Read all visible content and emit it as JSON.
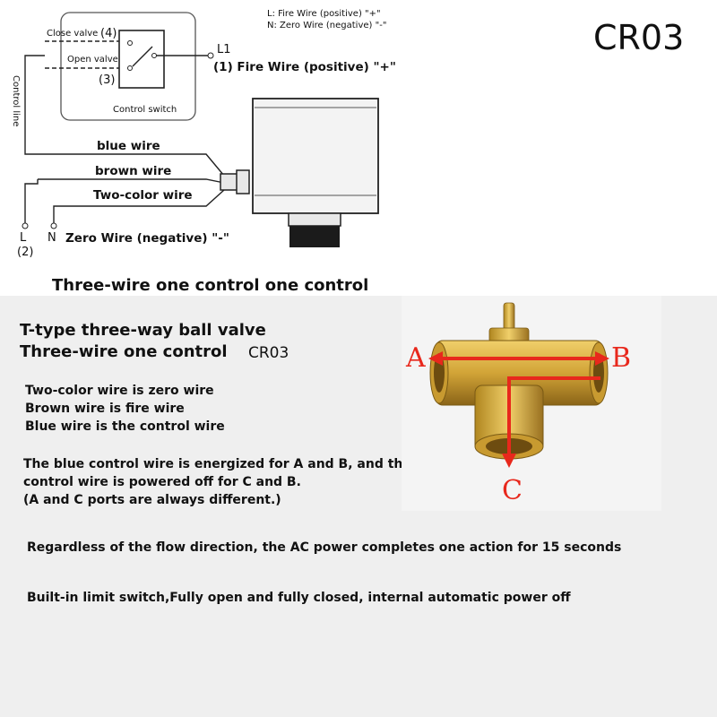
{
  "model_code": "CR03",
  "wiring": {
    "legend_l": "L:   Fire Wire (positive) \"+\"",
    "legend_n": "N:  Zero Wire (negative) \"-\"",
    "close_valve": "Close valve",
    "open_valve": "Open valve",
    "terminal_4": "(4)",
    "terminal_3": "(3)",
    "control_switch": "Control switch",
    "l1": "L1",
    "fire_wire": "(1)  Fire Wire (positive) \"+\"",
    "control_line": "Control line",
    "blue_wire": "blue wire",
    "brown_wire": "brown wire",
    "two_color_wire": "Two-color wire",
    "terminal_l": "L",
    "terminal_2": "(2)",
    "terminal_n": "N",
    "zero_wire": "Zero Wire (negative) \"-\"",
    "caption": "Three-wire one control one control"
  },
  "valve": {
    "title": "T-type three-way ball valve",
    "subtitle": "Three-wire one control",
    "model": "CR03",
    "ports": {
      "a": "A",
      "b": "B",
      "c": "C"
    },
    "arrow_color": "#e8281c",
    "brass_color": "#d2a437"
  },
  "notes": [
    "Two-color wire is zero wire",
    "Brown wire is fire wire",
    "Blue wire is the control wire",
    "The blue control wire is energized for A and B, and the",
    "control wire is powered off for C and B.",
    "(A and C ports are always different.)",
    "Regardless of the flow direction, the AC power completes one action for 15 seconds",
    "Built-in limit switch,Fully open and fully closed, internal automatic power off"
  ]
}
